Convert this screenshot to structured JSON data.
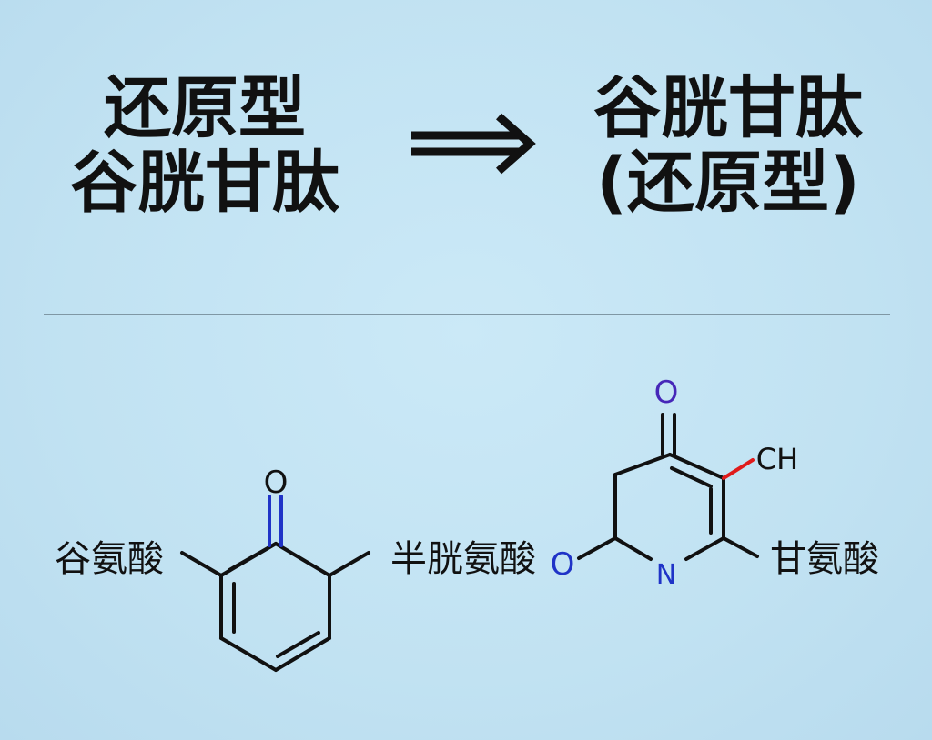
{
  "top": {
    "left_title_line1": "还原型",
    "left_title_line2": "谷胱甘肽",
    "right_title_line1": "谷胱甘肽",
    "right_title_line2": "(还原型)"
  },
  "structure": {
    "label_left": "谷氨酸",
    "label_middle": "半胱氨酸",
    "label_right": "甘氨酸",
    "atom_o_ketone_left": "O",
    "atom_o_linker": "O",
    "atom_n": "N",
    "atom_o_top": "O",
    "atom_ch": "CH"
  },
  "colors": {
    "background": "#c3e4f4",
    "text": "#111111",
    "bond": "#111111",
    "blue": "#1f33c7",
    "red": "#e01b1b",
    "divider": "#7f97a4"
  }
}
